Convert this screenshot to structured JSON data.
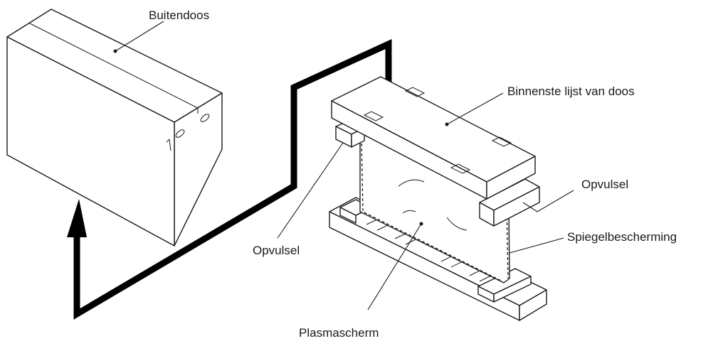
{
  "labels": {
    "outer_box": "Buitendoos",
    "inner_frame": "Binnenste lijst van doos",
    "padding_right": "Opvulsel",
    "padding_left": "Opvulsel",
    "mirror_protection": "Spiegelbescherming",
    "plasma_screen": "Plasmascherm"
  }
}
